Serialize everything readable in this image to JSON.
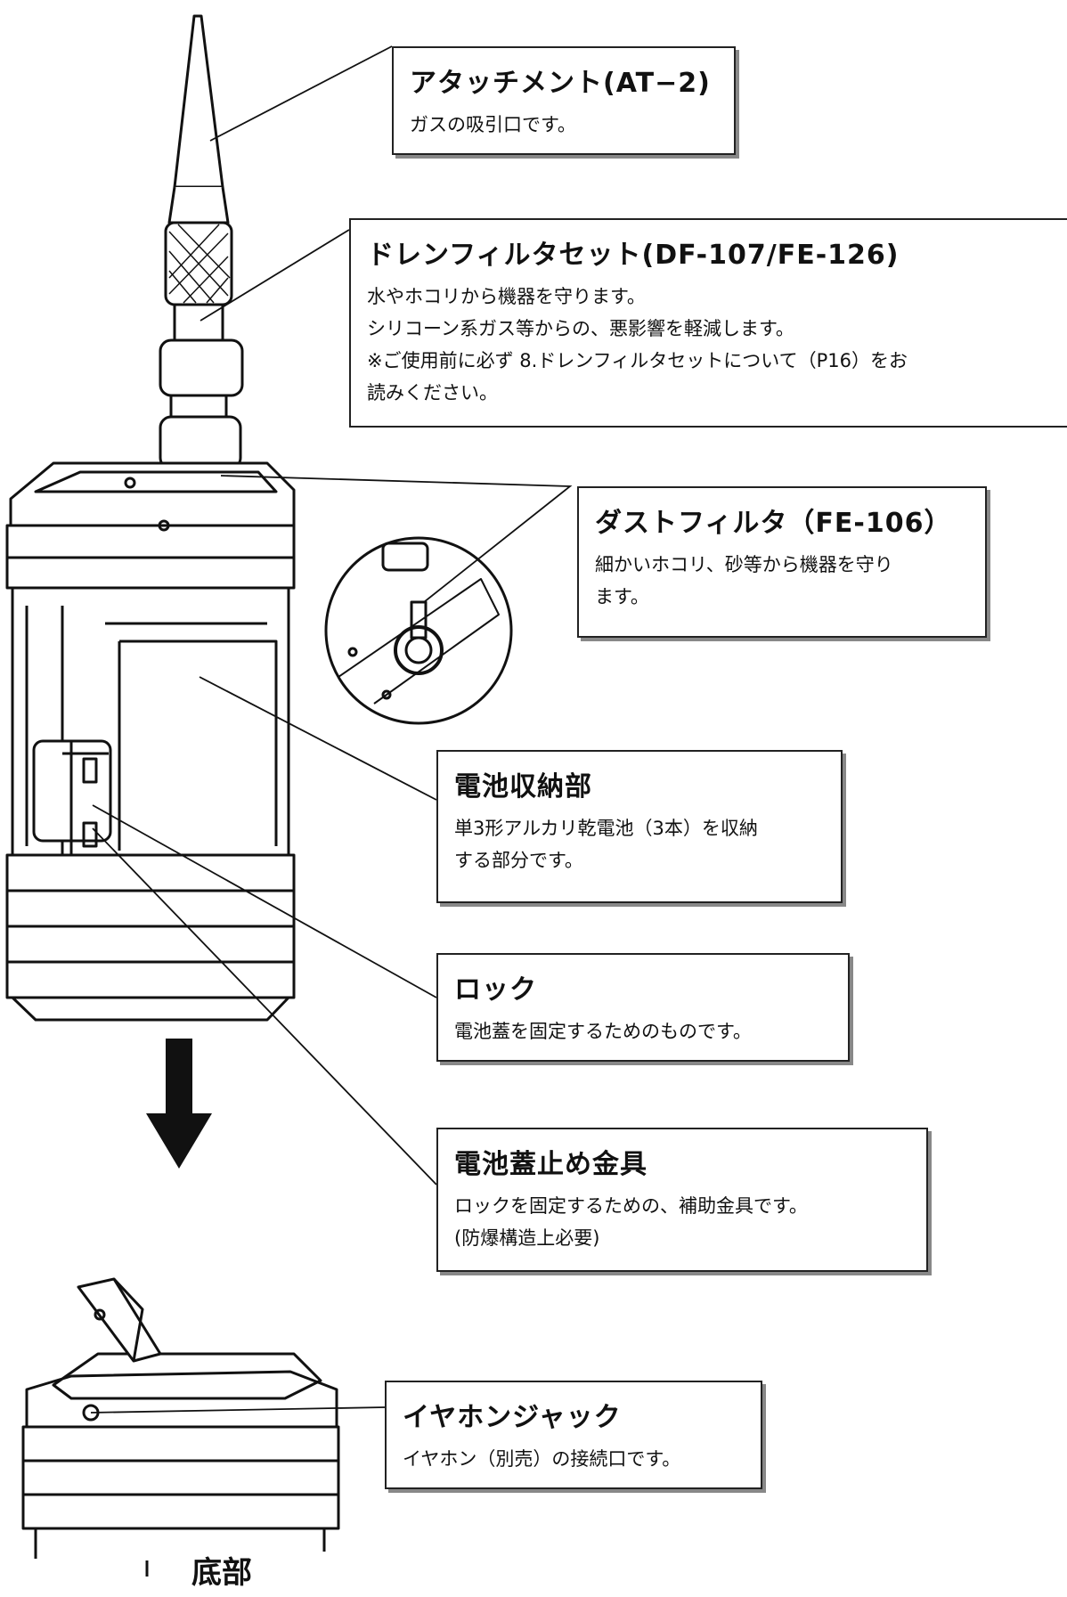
{
  "callouts": {
    "attachment": {
      "title": "アタッチメント(AT−2)",
      "desc": [
        "ガスの吸引口です。"
      ]
    },
    "drain_filter": {
      "title": "ドレンフィルタセット(DF-107/FE-126)",
      "desc": [
        "水やホコリから機器を守ります。",
        "シリコーン系ガス等からの、悪影響を軽減します。",
        "※ご使用前に必ず 8.ドレンフィルタセットについて（P16）をお",
        "読みください。"
      ]
    },
    "dust_filter": {
      "title": "ダストフィルタ（FE-106）",
      "desc": [
        "細かいホコリ、砂等から機器を守り",
        "ます。"
      ]
    },
    "battery": {
      "title": "電池収納部",
      "desc": [
        "単3形アルカリ乾電池（3本）を収納",
        "する部分です。"
      ]
    },
    "lock": {
      "title": "ロック",
      "desc": [
        "電池蓋を固定するためのものです。"
      ]
    },
    "bracket": {
      "title": "電池蓋止め金具",
      "desc": [
        "ロックを固定するための、補助金具です。",
        "(防爆構造上必要)"
      ]
    },
    "earphone": {
      "title": "イヤホンジャック",
      "desc": [
        "イヤホン（別売）の接続口です。"
      ]
    }
  },
  "bottom_label": "底部",
  "colors": {
    "line": "#111111",
    "shadow": "#888888"
  }
}
